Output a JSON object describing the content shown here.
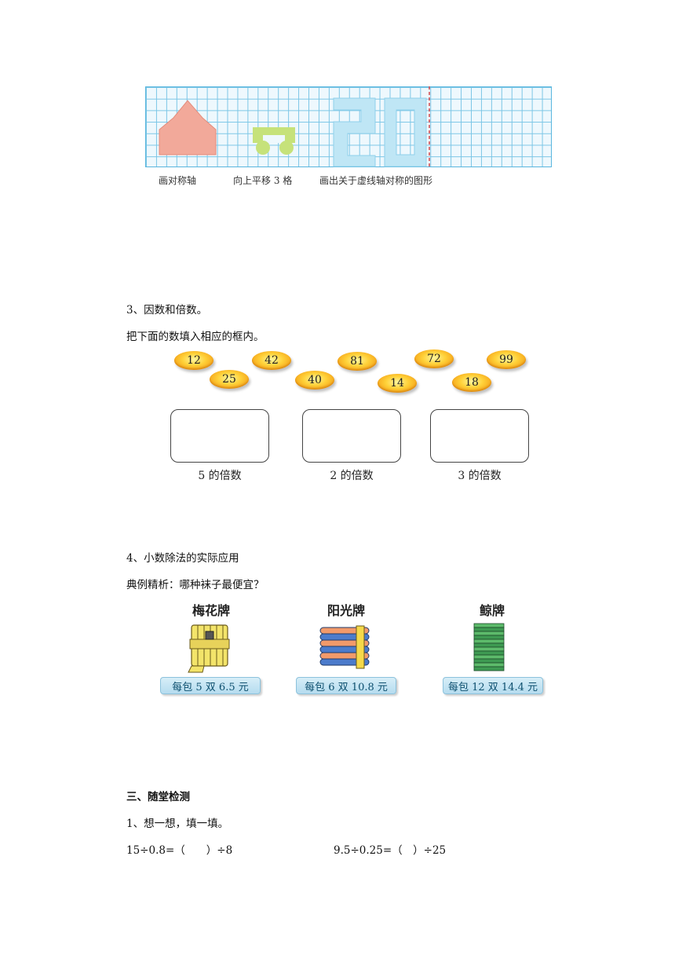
{
  "symmetry_exercise": {
    "captions": [
      "画对称轴",
      "向上平移 3 格",
      "画出关于虚线轴对称的图形"
    ]
  },
  "section3": {
    "heading": "3、因数和倍数。",
    "instruction": "把下面的数填入相应的框内。",
    "numbers": [
      "12",
      "42",
      "81",
      "72",
      "99",
      "25",
      "40",
      "14",
      "18"
    ],
    "boxes": [
      "5 的倍数",
      "2 的倍数",
      "3 的倍数"
    ]
  },
  "section4": {
    "heading": "4、小数除法的实际应用",
    "example": "典例精析：哪种袜子最便宜？",
    "brands": [
      {
        "name": "梅花牌",
        "price": "每包 5 双 6.5 元"
      },
      {
        "name": "阳光牌",
        "price": "每包 6 双 10.8 元"
      },
      {
        "name": "鲸牌",
        "price": "每包 12 双 14.4 元"
      }
    ]
  },
  "part3": {
    "heading": "三、随堂检测",
    "q1": "1、想一想，填一填。",
    "eq1": "15÷0.8=（　　）÷8",
    "eq2": "9.5÷0.25=（　）÷25"
  },
  "colors": {
    "grid_line": "#7cc6e6",
    "house": "#f2a99a",
    "cart": "#c6e27a",
    "digit_fill": "#bfe6f5",
    "dashed_axis": "#d0444a"
  }
}
